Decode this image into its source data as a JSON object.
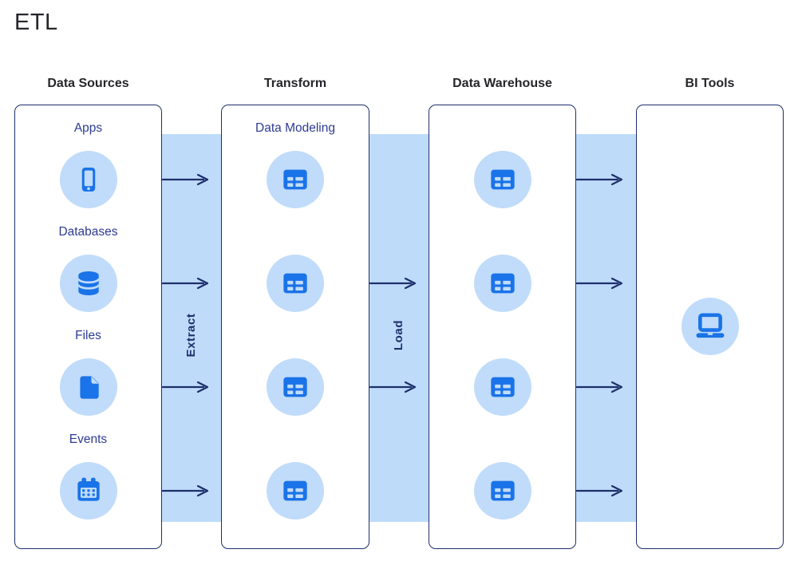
{
  "title": "ETL",
  "colors": {
    "accent": "#1a73e8",
    "band": "#bedcfa",
    "circle": "#c0dcfa",
    "navy": "#1e2f6b",
    "labelblue": "#2d3b92",
    "ink": "#26262b"
  },
  "columns": [
    {
      "header": "Data Sources",
      "items": [
        {
          "label": "Apps",
          "icon": "smartphone-icon"
        },
        {
          "label": "Databases",
          "icon": "database-icon"
        },
        {
          "label": "Files",
          "icon": "file-icon"
        },
        {
          "label": "Events",
          "icon": "calendar-icon"
        }
      ]
    },
    {
      "header": "Transform",
      "sublabel": "Data Modeling",
      "items": [
        {
          "icon": "table-icon"
        },
        {
          "icon": "table-icon"
        },
        {
          "icon": "table-icon"
        },
        {
          "icon": "table-icon"
        }
      ]
    },
    {
      "header": "Data Warehouse",
      "items": [
        {
          "icon": "table-icon"
        },
        {
          "icon": "table-icon"
        },
        {
          "icon": "table-icon"
        },
        {
          "icon": "table-icon"
        }
      ]
    },
    {
      "header": "BI Tools",
      "items": [
        {
          "icon": "laptop-icon"
        }
      ]
    }
  ],
  "flows": [
    {
      "label": "Extract",
      "arrow_count": 4
    },
    {
      "label": "Load",
      "arrow_count": 2
    },
    {
      "label": "",
      "arrow_count": 4
    }
  ]
}
